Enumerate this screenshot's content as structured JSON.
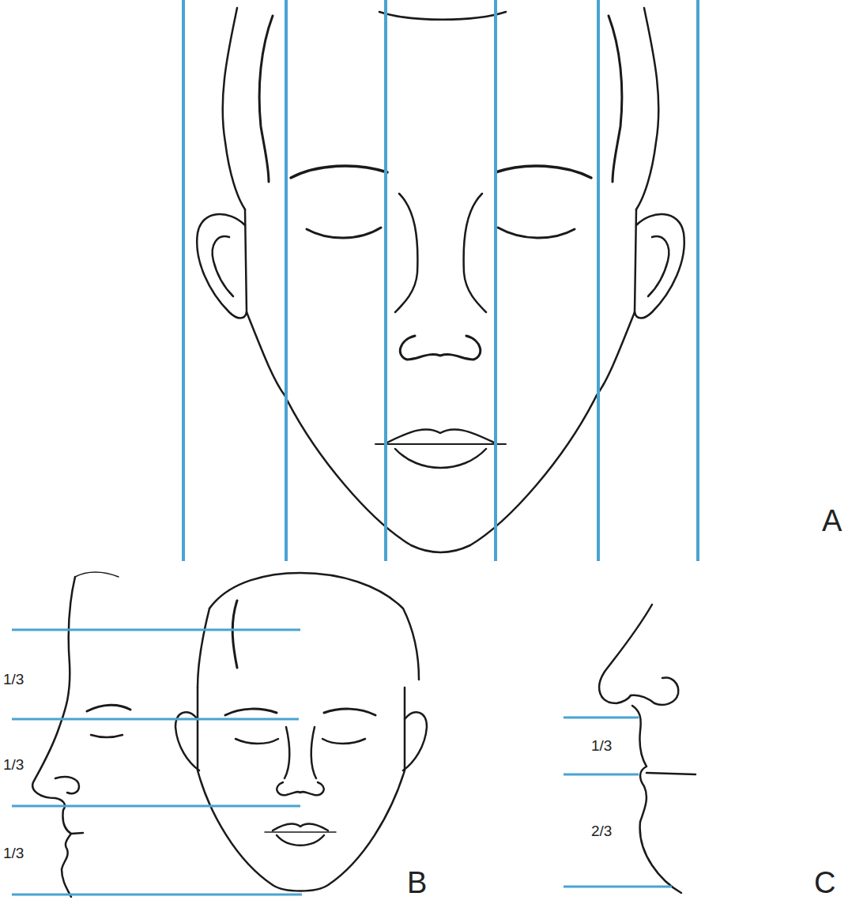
{
  "diagram": {
    "labels": [
      "A",
      "1/3",
      "1/3",
      "1/3",
      "B",
      "1/3",
      "2/3",
      "C"
    ]
  }
}
